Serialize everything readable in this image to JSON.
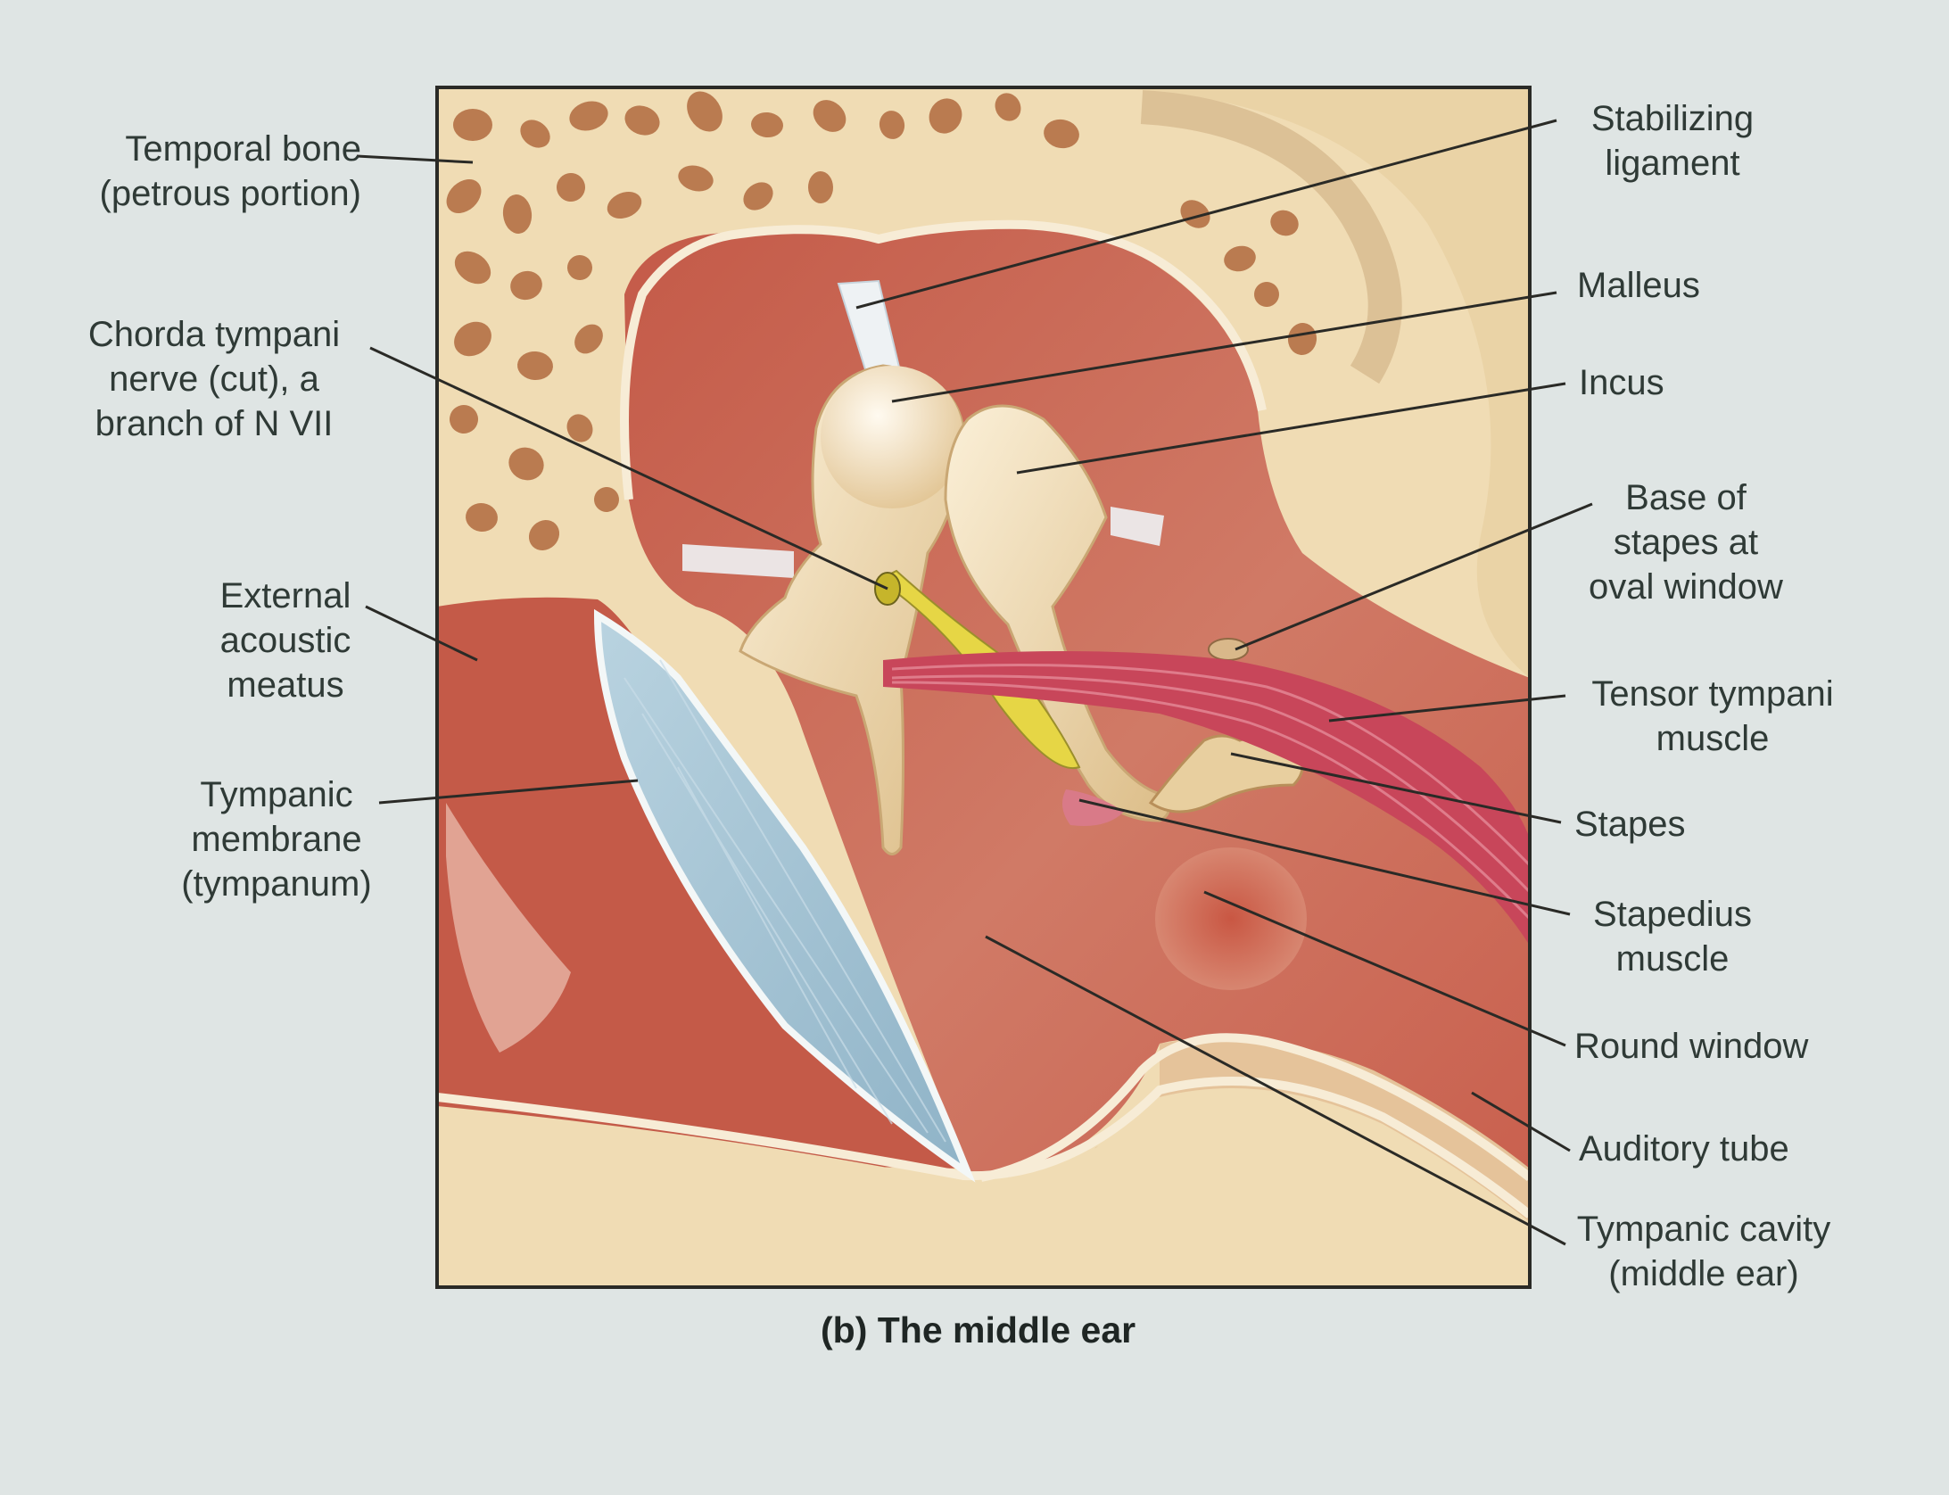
{
  "figure": {
    "caption": "(b) The middle ear"
  },
  "labels": {
    "temporal_bone": [
      "Temporal bone",
      "(petrous portion)"
    ],
    "chorda_tympani": [
      "Chorda tympani",
      "nerve (cut), a",
      "branch of N VII"
    ],
    "external_acoustic_meatus": [
      "External",
      "acoustic",
      "meatus"
    ],
    "tympanic_membrane": [
      "Tympanic",
      "membrane",
      "(tympanum)"
    ],
    "stabilizing_ligament": [
      "Stabilizing",
      "ligament"
    ],
    "malleus": [
      "Malleus"
    ],
    "incus": [
      "Incus"
    ],
    "base_of_stapes": [
      "Base of",
      "stapes at",
      "oval window"
    ],
    "tensor_tympani": [
      "Tensor tympani",
      "muscle"
    ],
    "stapes": [
      "Stapes"
    ],
    "stapedius": [
      "Stapedius",
      "muscle"
    ],
    "round_window": [
      "Round window"
    ],
    "auditory_tube": [
      "Auditory tube"
    ],
    "tympanic_cavity": [
      "Tympanic cavity",
      "(middle ear)"
    ]
  },
  "colors": {
    "background": "#dfe5e4",
    "bone": "#f0dcb4",
    "bone_pores": "#b06a3e",
    "cavity_red": "#c5614d",
    "membrane_blue": "#a9c6d6",
    "ossicle": "#ecd4a6",
    "muscle": "#c8465a",
    "nerve": "#e6d645",
    "leader_line": "#2a2a26"
  }
}
